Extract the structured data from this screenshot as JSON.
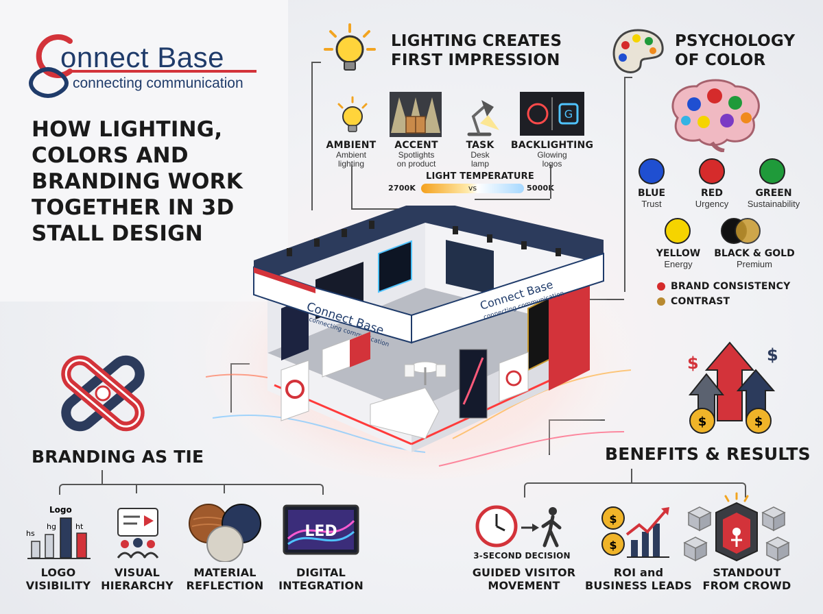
{
  "logo": {
    "wordmark": "onnect Base",
    "tagline": "connecting communication"
  },
  "main_title": "HOW LIGHTING, COLORS AND BRANDING WORK TOGETHER IN 3D STALL DESIGN",
  "lighting": {
    "title_line1": "LIGHTING CREATES",
    "title_line2": "FIRST IMPRESSION",
    "types": [
      {
        "name": "AMBIENT",
        "desc1": "Ambient",
        "desc2": "lighting",
        "icon": "bulb-icon"
      },
      {
        "name": "ACCENT",
        "desc1": "Spotlights",
        "desc2": "on product",
        "icon": "spotlight-box-icon"
      },
      {
        "name": "TASK",
        "desc1": "Desk",
        "desc2": "lamp",
        "icon": "desk-lamp-icon"
      },
      {
        "name": "BACKLIGHTING",
        "desc1": "Glowing",
        "desc2": "logos",
        "icon": "glowing-logo-icon"
      }
    ],
    "temperature": {
      "label": "LIGHT TEMPERATURE",
      "warm": "2700K",
      "vs": "vs",
      "cool": "5000K"
    }
  },
  "color_psychology": {
    "title_line1": "PSYCHOLOGY",
    "title_line2": "OF COLOR",
    "colors": [
      {
        "name": "BLUE",
        "meaning": "Trust",
        "hex": "#1f4fd1"
      },
      {
        "name": "RED",
        "meaning": "Urgency",
        "hex": "#d52b2b"
      },
      {
        "name": "GREEN",
        "meaning": "Sustainability",
        "hex": "#1f9a3a"
      },
      {
        "name": "YELLOW",
        "meaning": "Energy",
        "hex": "#f5d400"
      },
      {
        "name": "BLACK & GOLD",
        "meaning": "Premium",
        "hex": "#111111",
        "hex2": "#c99a2e"
      }
    ],
    "notes": [
      {
        "label": "BRAND CONSISTENCY",
        "hex": "#d52b2b"
      },
      {
        "label": "CONTRAST",
        "hex": "#b88a30"
      }
    ]
  },
  "stall": {
    "sign_brand": "Connect Base",
    "sign_tagline": "connecting communication"
  },
  "branding": {
    "title": "BRANDING AS TIE",
    "chart_labels": {
      "logo": "Logo",
      "hs": "hs",
      "hg": "hg",
      "ht": "ht"
    },
    "items": [
      {
        "line1": "LOGO",
        "line2": "VISIBILITY",
        "icon": "bar-chart-icon"
      },
      {
        "line1": "VISUAL",
        "line2": "HIERARCHY",
        "icon": "presentation-icon"
      },
      {
        "line1": "MATERIAL",
        "line2": "REFLECTION",
        "icon": "material-swatch-icon"
      },
      {
        "line1": "DIGITAL",
        "line2": "INTEGRATION",
        "icon": "led-screen-icon"
      }
    ],
    "led_text": "LED"
  },
  "benefits": {
    "title": "BENEFITS & RESULTS",
    "decision_label": "3-SECOND DECISION",
    "items": [
      {
        "line1": "GUIDED VISITOR",
        "line2": "MOVEMENT",
        "icon": "clock-walker-icon"
      },
      {
        "line1": "ROI and",
        "line2": "BUSINESS LEADS",
        "icon": "roi-growth-icon"
      },
      {
        "line1": "STANDOUT",
        "line2": "FROM CROWD",
        "icon": "standout-cube-icon"
      }
    ]
  },
  "colors": {
    "brand_red": "#d3333a",
    "brand_navy": "#1f3b6a",
    "warm_light": "#f5c84a",
    "cool_light": "#8fd0ff"
  }
}
